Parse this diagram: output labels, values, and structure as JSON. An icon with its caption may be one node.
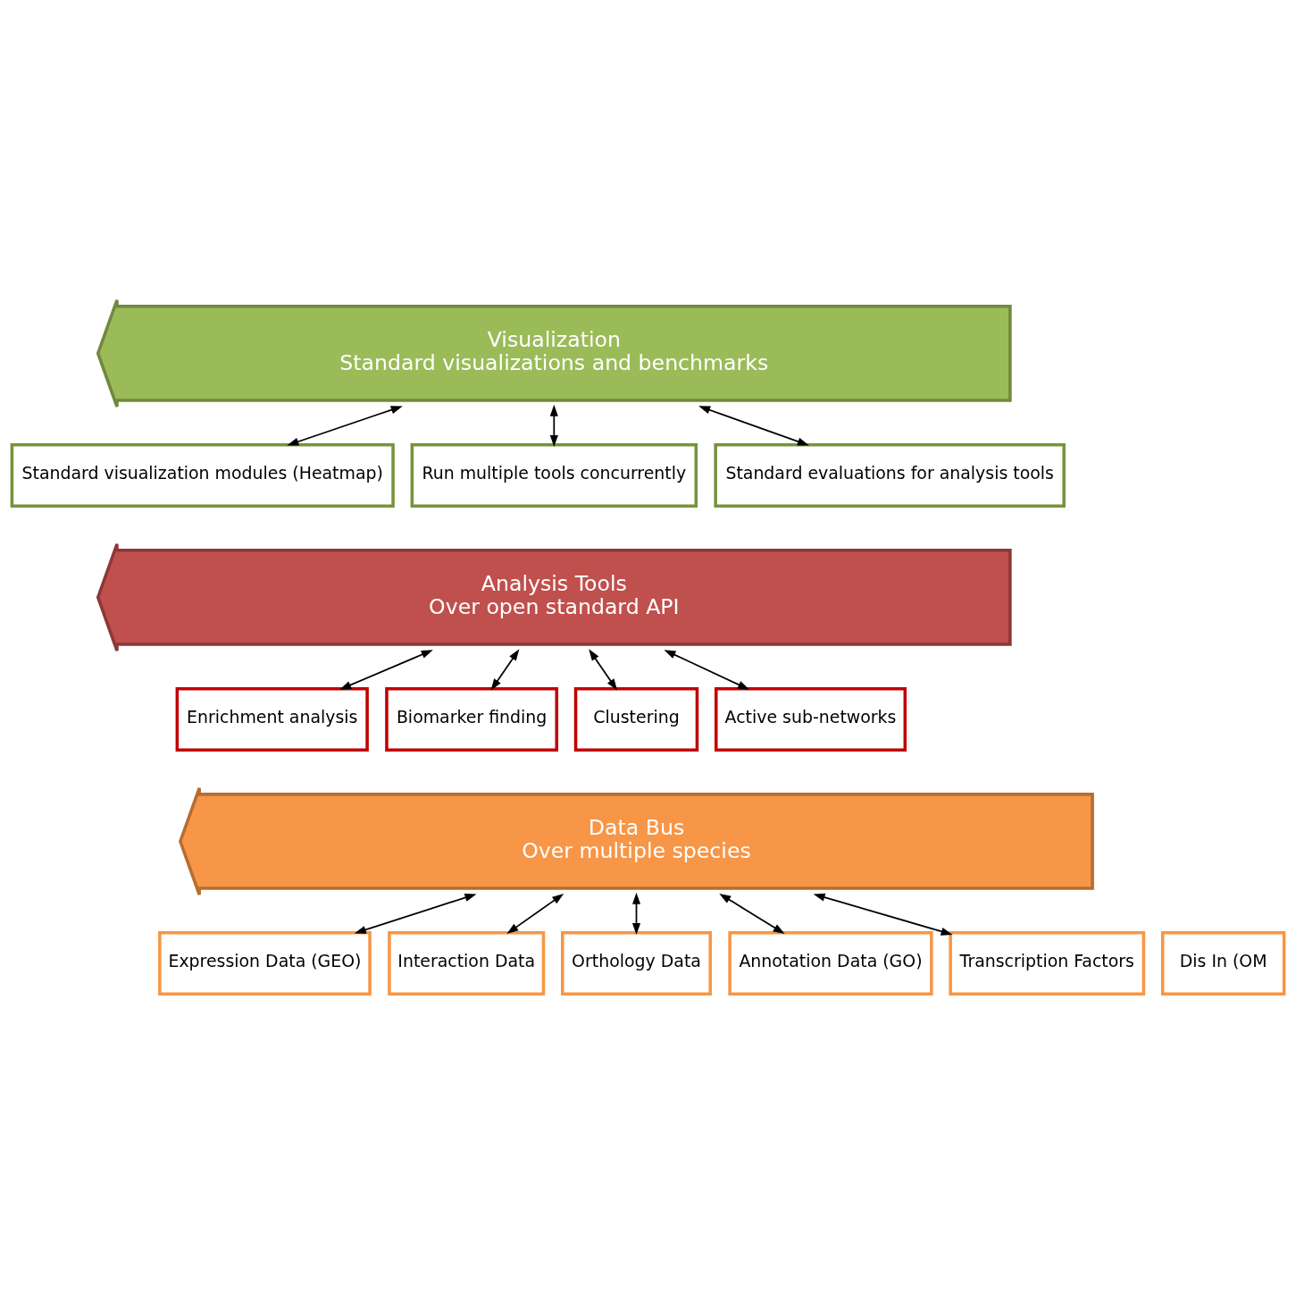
{
  "diagram": {
    "nodes": [
      {
        "text": [
          "Visualization",
          "Standard visualizations and benchmarks"
        ]
      },
      {
        "text": [
          "Standard visualization modules (Heatmap)"
        ]
      },
      {
        "text": [
          "Run multiple tools concurrently"
        ]
      },
      {
        "text": [
          "Standard evaluations for analysis tools"
        ]
      },
      {
        "text": [
          "Analysis Tools",
          "Over open standard API"
        ]
      },
      {
        "text": [
          "Enrichment analysis"
        ]
      },
      {
        "text": [
          "Biomarker finding"
        ]
      },
      {
        "text": [
          "Clustering"
        ]
      },
      {
        "text": [
          "Active sub-networks"
        ]
      },
      {
        "text": [
          "Data Bus",
          "Over multiple species"
        ]
      },
      {
        "text": [
          "Expression Data (GEO)"
        ]
      },
      {
        "text": [
          "Interaction Data"
        ]
      },
      {
        "text": [
          "Orthology Data"
        ]
      },
      {
        "text": [
          "Annotation Data (GO)"
        ]
      },
      {
        "text": [
          "Transcription Factors"
        ]
      },
      {
        "text": [
          "Dis In (OM"
        ]
      }
    ],
    "edges": [
      {
        "from": 0,
        "to": 1,
        "arrow": "both"
      },
      {
        "from": 0,
        "to": 2,
        "arrow": "both"
      },
      {
        "from": 0,
        "to": 3,
        "arrow": "both"
      },
      {
        "from": 4,
        "to": 5,
        "arrow": "both"
      },
      {
        "from": 4,
        "to": 6,
        "arrow": "both"
      },
      {
        "from": 4,
        "to": 7,
        "arrow": "both"
      },
      {
        "from": 4,
        "to": 8,
        "arrow": "both"
      },
      {
        "from": 9,
        "to": 10,
        "arrow": "both"
      },
      {
        "from": 9,
        "to": 11,
        "arrow": "both"
      },
      {
        "from": 9,
        "to": 12,
        "arrow": "both"
      },
      {
        "from": 9,
        "to": 13,
        "arrow": "both"
      },
      {
        "from": 9,
        "to": 14,
        "arrow": "both"
      }
    ]
  }
}
